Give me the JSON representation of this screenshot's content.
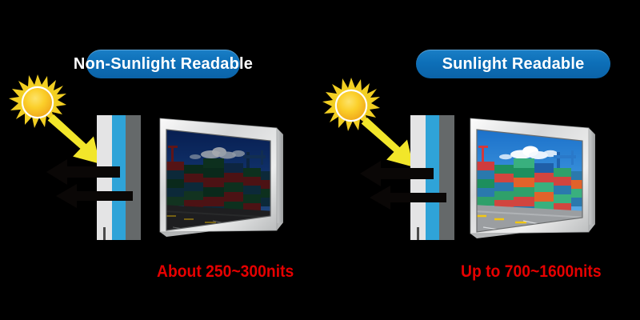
{
  "panels": [
    {
      "id": "non-sunlight",
      "banner": "Non-Sunlight Readable",
      "caption": "About 250~300nits",
      "sun_icon": "sun-icon",
      "ray_icon": "sunlight-ray-arrow-icon",
      "reflection_icons": [
        "reflection-arrow-icon",
        "reflection-arrow-icon"
      ],
      "display_icon": "lcd-monitor-icon",
      "screen_scene": "shipping-container-yard-photo",
      "screen_brightness": "dim"
    },
    {
      "id": "sunlight",
      "banner": "Sunlight Readable",
      "caption": "Up to 700~1600nits",
      "sun_icon": "sun-icon",
      "ray_icon": "sunlight-ray-arrow-icon",
      "reflection_icons": [
        "reflection-arrow-icon",
        "reflection-arrow-icon"
      ],
      "display_icon": "lcd-monitor-icon",
      "screen_scene": "shipping-container-yard-photo",
      "screen_brightness": "bright"
    }
  ],
  "layers": {
    "front_label": "front-panel-layer",
    "blue_label": "optical-bonding-layer",
    "back_label": "back-panel-layer"
  },
  "colors": {
    "banner_blue": "#0d6fb8",
    "caption_red": "#e60000",
    "sun_yellow": "#f5d020",
    "sun_core": "#fbbe18",
    "layer_front": "#e4e4e5",
    "layer_blue": "#2fa3d8",
    "layer_back": "#65696a",
    "arrow_black": "#0a0706",
    "background": "#000000",
    "bezel_silver": "#d9dadb"
  }
}
